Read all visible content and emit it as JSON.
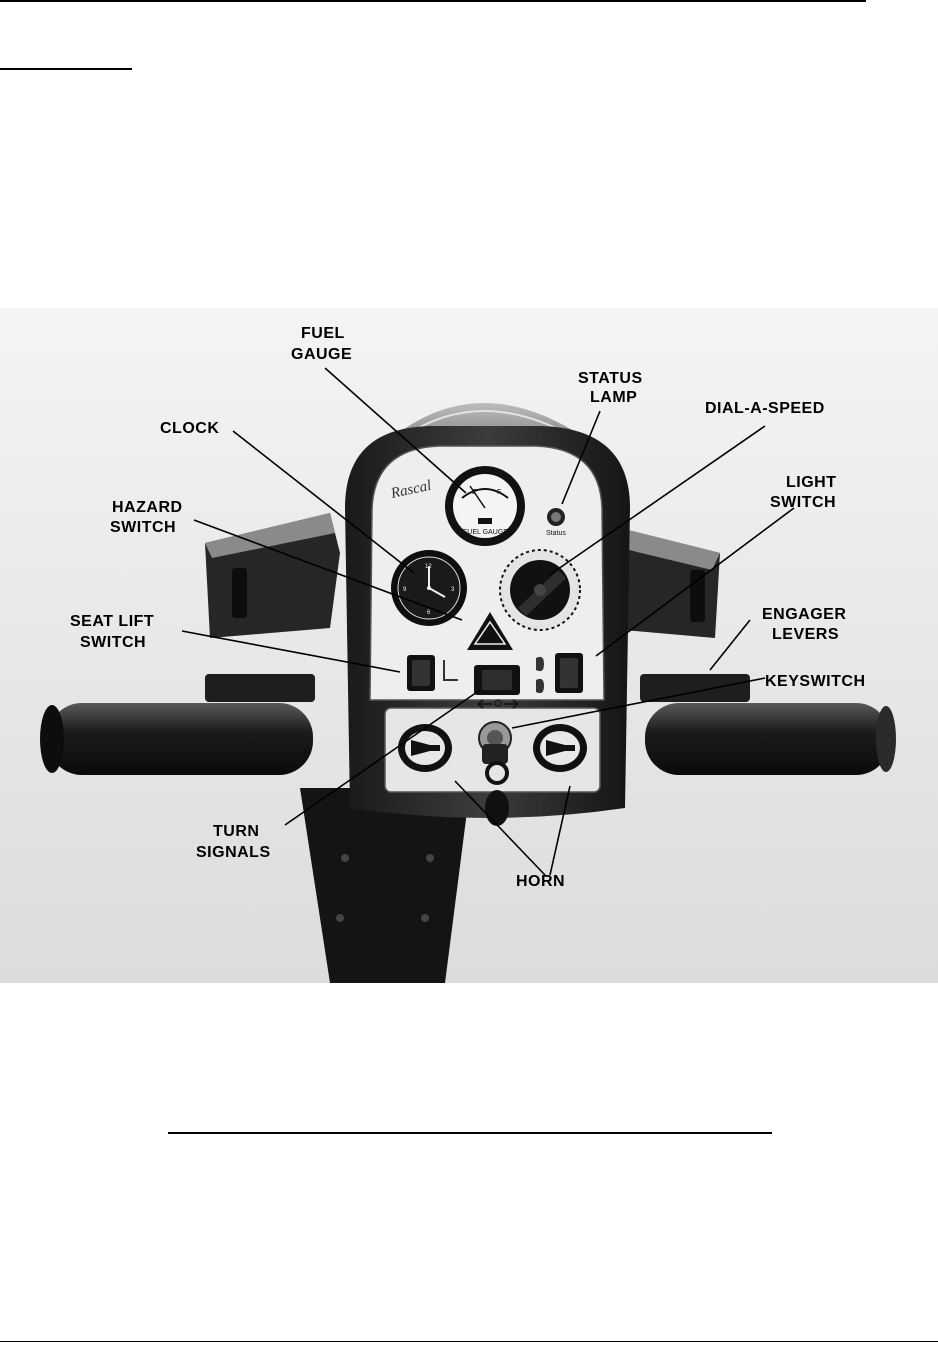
{
  "figure": {
    "labels": {
      "fuel_gauge_1": "FUEL",
      "fuel_gauge_2": "GAUGE",
      "status_lamp_1": "STATUS",
      "status_lamp_2": "LAMP",
      "dial_a_speed": "DIAL-A-SPEED",
      "clock": "CLOCK",
      "light_switch_1": "LIGHT",
      "light_switch_2": "SWITCH",
      "hazard_switch_1": "HAZARD",
      "hazard_switch_2": "SWITCH",
      "engager_levers_1": "ENGAGER",
      "engager_levers_2": "LEVERS",
      "seat_lift_switch_1": "SEAT LIFT",
      "seat_lift_switch_2": "SWITCH",
      "keyswitch": "KEYSWITCH",
      "turn_signals_1": "TURN",
      "turn_signals_2": "SIGNALS",
      "horn": "HORN"
    },
    "panel_text": {
      "brand": "Rascal",
      "gauge_label": "FUEL GAUGE",
      "status": "Status"
    }
  }
}
